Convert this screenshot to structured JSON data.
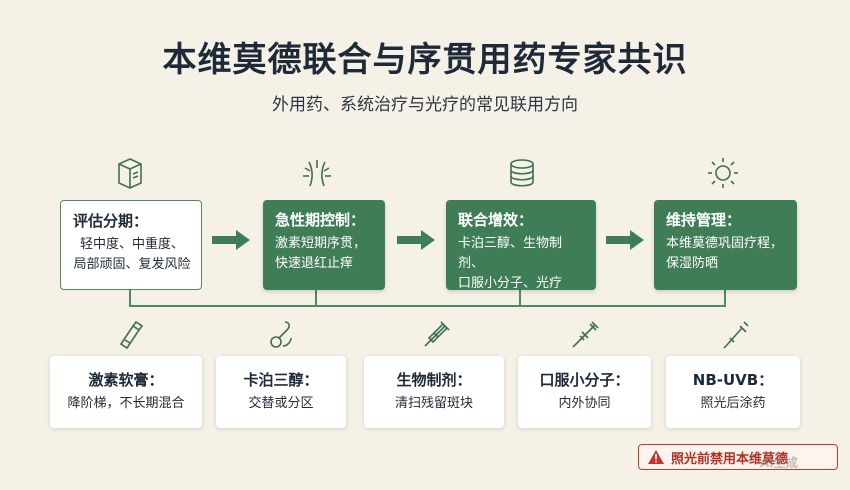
{
  "header": {
    "title": "本维莫德联合与序贯用药专家共识",
    "subtitle": "外用药、系统治疗与光疗的常见联用方向"
  },
  "flow": [
    {
      "icon": "clipboard-icon",
      "title": "评估分期：",
      "body": [
        "轻中度、中重度、",
        "局部顽固、复发风险"
      ],
      "style": "outline"
    },
    {
      "icon": "skin-burst-icon",
      "title": "急性期控制：",
      "body": [
        "激素短期序贯，",
        "快速退红止痒"
      ],
      "style": "filled"
    },
    {
      "icon": "layers-stack-icon",
      "title": "联合增效：",
      "body": [
        "卡泊三醇、生物制剂、",
        "口服小分子、光疗"
      ],
      "style": "filled"
    },
    {
      "icon": "sun-icon",
      "title": "维持管理：",
      "body": [
        "本维莫德巩固疗程，",
        "保湿防晒"
      ],
      "style": "filled"
    }
  ],
  "treatments": [
    {
      "icon": "ointment-tube-icon",
      "title": "激素软膏：",
      "body": "降阶梯，不长期混合"
    },
    {
      "icon": "dropper-icon",
      "title": "卡泊三醇：",
      "body": "交替或分区"
    },
    {
      "icon": "syringe-icon",
      "title": "生物制剂：",
      "body": "清扫残留斑块"
    },
    {
      "icon": "capsule-icon",
      "title": "口服小分子：",
      "body": "内外协同"
    },
    {
      "icon": "uv-lamp-icon",
      "title": "NB-UVB：",
      "body": "照光后涂药"
    }
  ],
  "warning": {
    "icon": "warning-triangle-icon",
    "text": "照光前禁用本维莫德"
  },
  "watermark": "AI生成",
  "colors": {
    "primary_green": "#3f7d57",
    "background": "#f5f1e6",
    "warning_red": "#c0392b",
    "title_navy": "#1e2a38"
  }
}
